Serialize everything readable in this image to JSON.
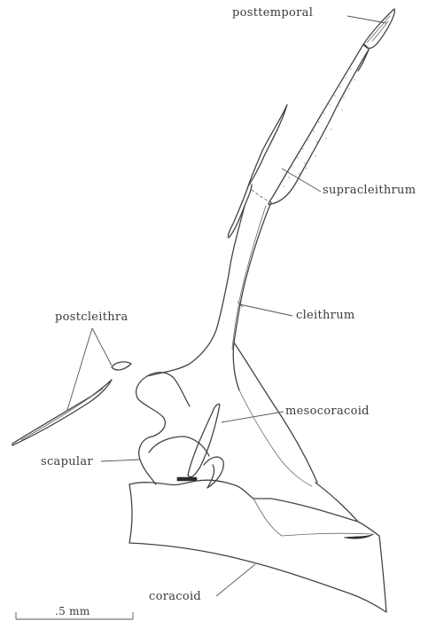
{
  "labels": {
    "posttemporal": "posttemporal",
    "supracleithrum": "supracleithrum",
    "cleithrum": "cleithrum",
    "postcleithra": "postcleithra",
    "mesocoracoid": "mesocoracoid",
    "scapular": "scapular",
    "coracoid": "coracoid"
  },
  "scale_bar": {
    "label": ".5 mm"
  }
}
